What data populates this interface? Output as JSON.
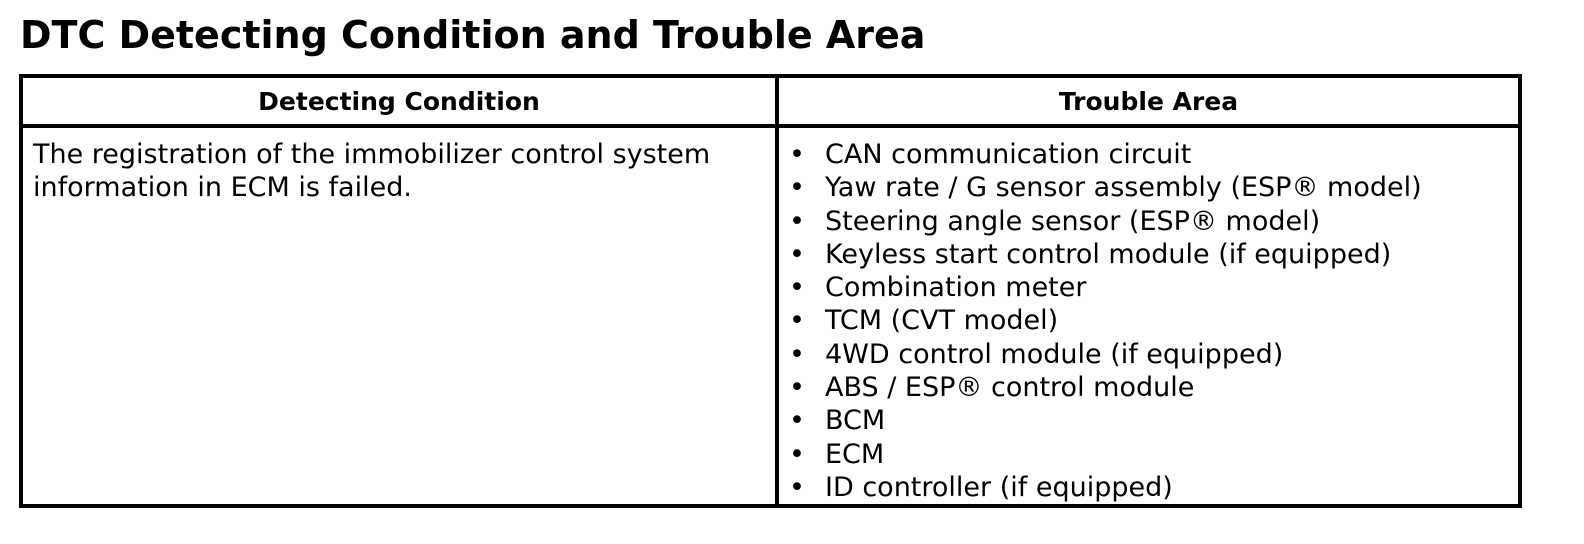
{
  "page": {
    "title": "DTC Detecting Condition and Trouble Area"
  },
  "table": {
    "headers": [
      "Detecting Condition",
      "Trouble Area"
    ],
    "detecting_condition": "The registration of the immobilizer control system information in ECM is failed.",
    "trouble_area_items": [
      "CAN communication circuit",
      "Yaw rate / G sensor assembly (ESP® model)",
      "Steering angle sensor (ESP® model)",
      "Keyless start control module (if equipped)",
      "Combination meter",
      "TCM (CVT model)",
      "4WD control module (if equipped)",
      "ABS / ESP® control module",
      "BCM",
      "ECM",
      "ID controller (if equipped)"
    ],
    "bullet": "•"
  }
}
